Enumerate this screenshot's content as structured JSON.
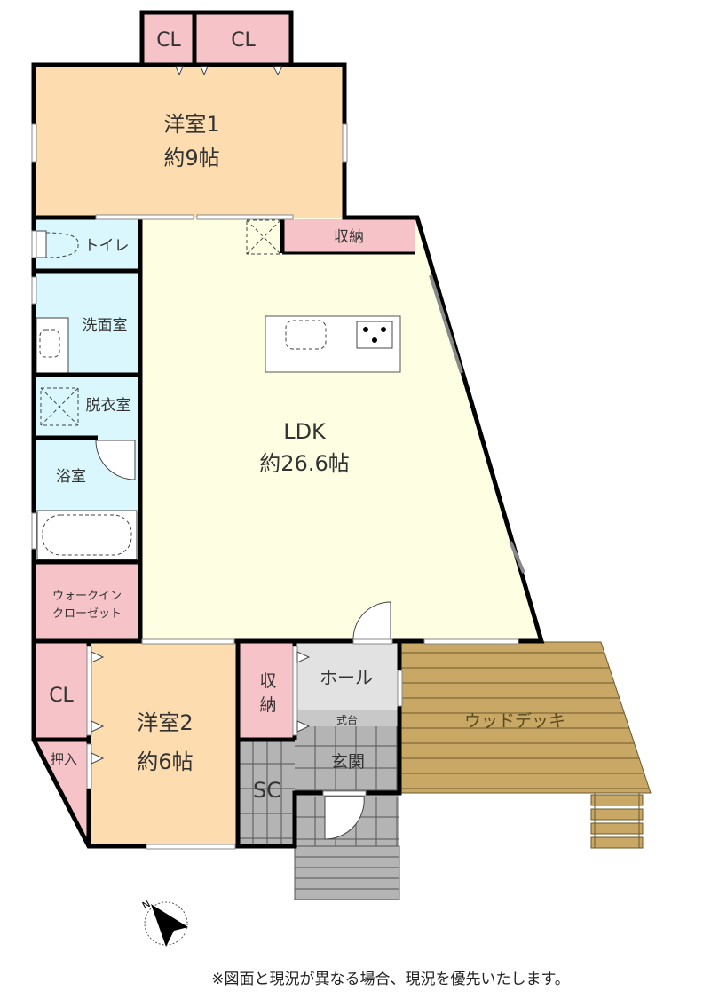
{
  "colors": {
    "western_room": "#fddcb0",
    "ldk": "#fefee2",
    "storage": "#f6c3c8",
    "water": "#d9f7fc",
    "hall": "#e2e2e2",
    "entry": "#b4b4b4",
    "deck": "#c8a864"
  },
  "rooms": {
    "cl_top_1": "CL",
    "cl_top_2": "CL",
    "bedroom1_name": "洋室1",
    "bedroom1_size": "約9帖",
    "toilet": "トイレ",
    "washroom": "洗面室",
    "dressing": "脱衣室",
    "bathroom": "浴室",
    "walkin_line1": "ウォークイン",
    "walkin_line2": "クローゼット",
    "storage_top": "収納",
    "ldk_name": "LDK",
    "ldk_size": "約26.6帖",
    "cl_left": "CL",
    "oshiire": "押入",
    "bedroom2_name": "洋室2",
    "bedroom2_size": "約6帖",
    "storage2_line1": "収",
    "storage2_line2": "納",
    "shoe_closet": "SC",
    "hall": "ホール",
    "shikidai": "式台",
    "genkan": "玄関",
    "wood_deck": "ウッドデッキ"
  },
  "compass": {
    "label": "N"
  },
  "note": "※図面と現況が異なる場合、現況を優先いたします。"
}
